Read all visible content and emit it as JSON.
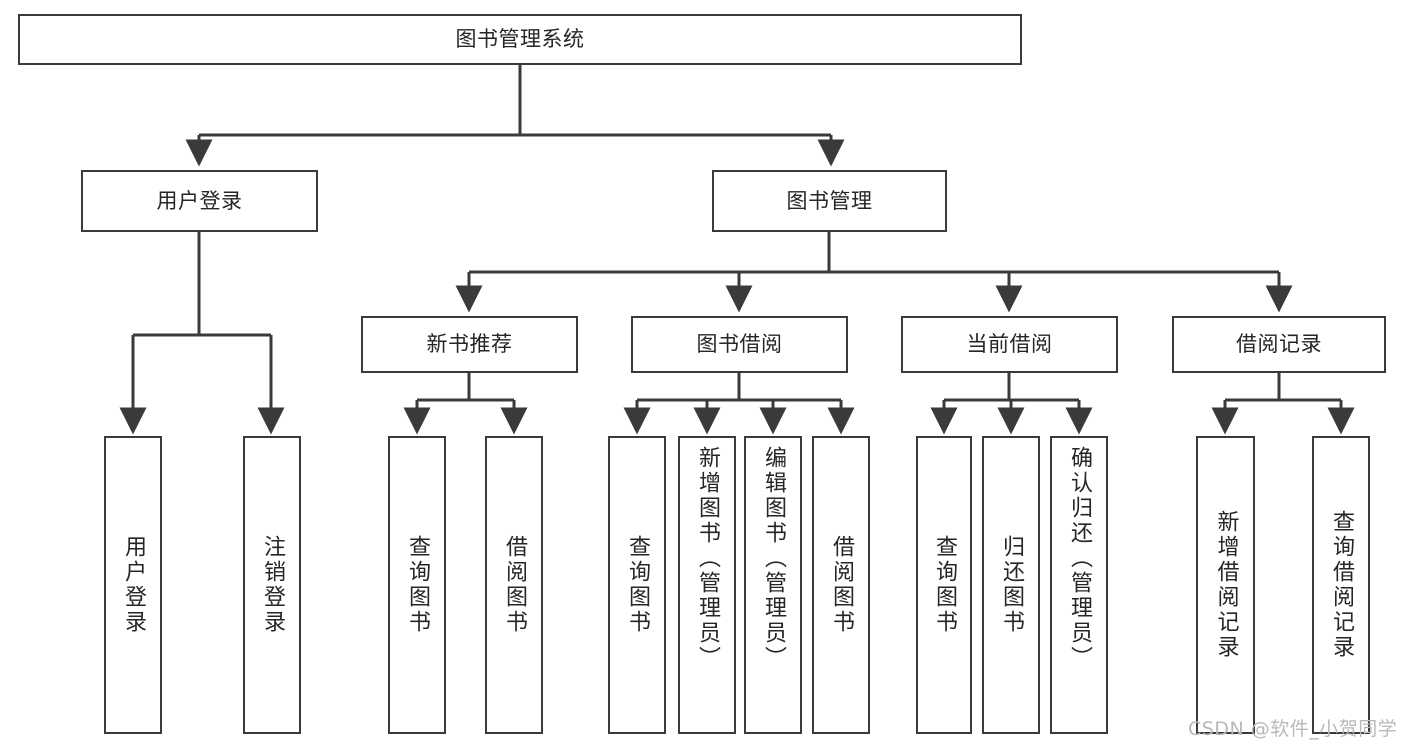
{
  "diagram": {
    "type": "tree",
    "title": "图书管理系统",
    "orientation": "top-down",
    "colors": {
      "box_stroke": "#3a3a3a",
      "box_fill": "#ffffff",
      "edge": "#3a3a3a",
      "text": "#262626",
      "watermark": "#b9b9b9"
    },
    "nodes": {
      "root": {
        "label": "图书管理系统"
      },
      "level2": [
        {
          "id": "user-login",
          "label": "用户登录"
        },
        {
          "id": "book-management",
          "label": "图书管理"
        }
      ],
      "level3": [
        {
          "id": "new-book-recommend",
          "label": "新书推荐"
        },
        {
          "id": "book-borrow",
          "label": "图书借阅"
        },
        {
          "id": "current-borrow",
          "label": "当前借阅"
        },
        {
          "id": "borrow-record",
          "label": "借阅记录"
        }
      ],
      "leaves": {
        "user_login": [
          {
            "id": "leaf-user-login",
            "label": "用户登录"
          },
          {
            "id": "leaf-user-logout",
            "label": "注销登录"
          }
        ],
        "new_book_recommend": [
          {
            "id": "leaf-query-book-1",
            "label": "查询图书"
          },
          {
            "id": "leaf-borrow-book-1",
            "label": "借阅图书"
          }
        ],
        "book_borrow": [
          {
            "id": "leaf-query-book-2",
            "label": "查询图书"
          },
          {
            "id": "leaf-add-book",
            "label": "新增图书（管理员）"
          },
          {
            "id": "leaf-edit-book",
            "label": "编辑图书（管理员）"
          },
          {
            "id": "leaf-borrow-book-2",
            "label": "借阅图书"
          }
        ],
        "current_borrow": [
          {
            "id": "leaf-query-book-3",
            "label": "查询图书"
          },
          {
            "id": "leaf-return-book",
            "label": "归还图书"
          },
          {
            "id": "leaf-confirm-return",
            "label": "确认归还（管理员）"
          }
        ],
        "borrow_record": [
          {
            "id": "leaf-add-record",
            "label": "新增借阅记录"
          },
          {
            "id": "leaf-query-record",
            "label": "查询借阅记录"
          }
        ]
      }
    }
  },
  "watermark": {
    "text": "CSDN @软件_小贺同学"
  }
}
